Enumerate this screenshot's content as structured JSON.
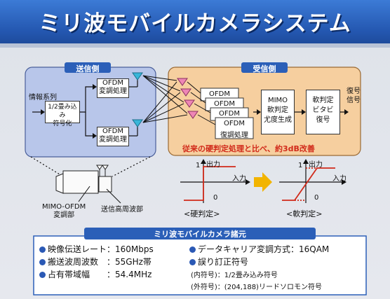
{
  "title": "ミリ波モバイルカメラシステム",
  "colors": {
    "tx_panel": "#b8c6ea",
    "rx_panel": "#f6cf9f",
    "tag": "#2b5fb8",
    "note_red": "#d12a1a",
    "arrow": "#f2b400"
  },
  "tx": {
    "tag": "送信側",
    "info_label": "情報系列",
    "conv_line1": "1/2畳み込み",
    "conv_line2": "符号化",
    "ofdm1_line1": "OFDM",
    "ofdm1_line2": "変調処理",
    "ofdm2_line1": "OFDM",
    "ofdm2_line2": "変調処理"
  },
  "rx": {
    "tag": "受信側",
    "ofdm_labels": [
      "OFDM",
      "OFDM",
      "OFDM",
      "OFDM"
    ],
    "ofdm_last_line2": "復調処理",
    "mimo_line1": "MIMO",
    "mimo_line2": "軟判定",
    "mimo_line3": "尤度生成",
    "viterbi_line1": "軟判定",
    "viterbi_line2": "ビタビ",
    "viterbi_line3": "復号",
    "decoded_line1": "復号",
    "decoded_line2": "信号",
    "note": "従来の硬判定処理と比べ、約3dB改善"
  },
  "camera": {
    "label_left_line1": "MIMO-OFDM",
    "label_left_line2": "変調部",
    "label_right": "送信高周波部"
  },
  "decision": {
    "out_label": "出力",
    "in_label": "入力",
    "one": "1",
    "zero": "0",
    "hard_caption": "<硬判定>",
    "soft_caption": "<軟判定>"
  },
  "specs": {
    "header": "ミリ波モバイルカメラ諸元",
    "left": [
      "映像伝送レート：160Mbps",
      "搬送波周波数　：55GHz帯",
      "占有帯域幅　　：54.4MHz"
    ],
    "right1": "データキャリア変調方式：16QAM",
    "right2": "誤り訂正符号",
    "inner": "(内符号)：1/2畳み込み符号",
    "outer": "(外符号)：(204,188)リードソロモン符号"
  }
}
